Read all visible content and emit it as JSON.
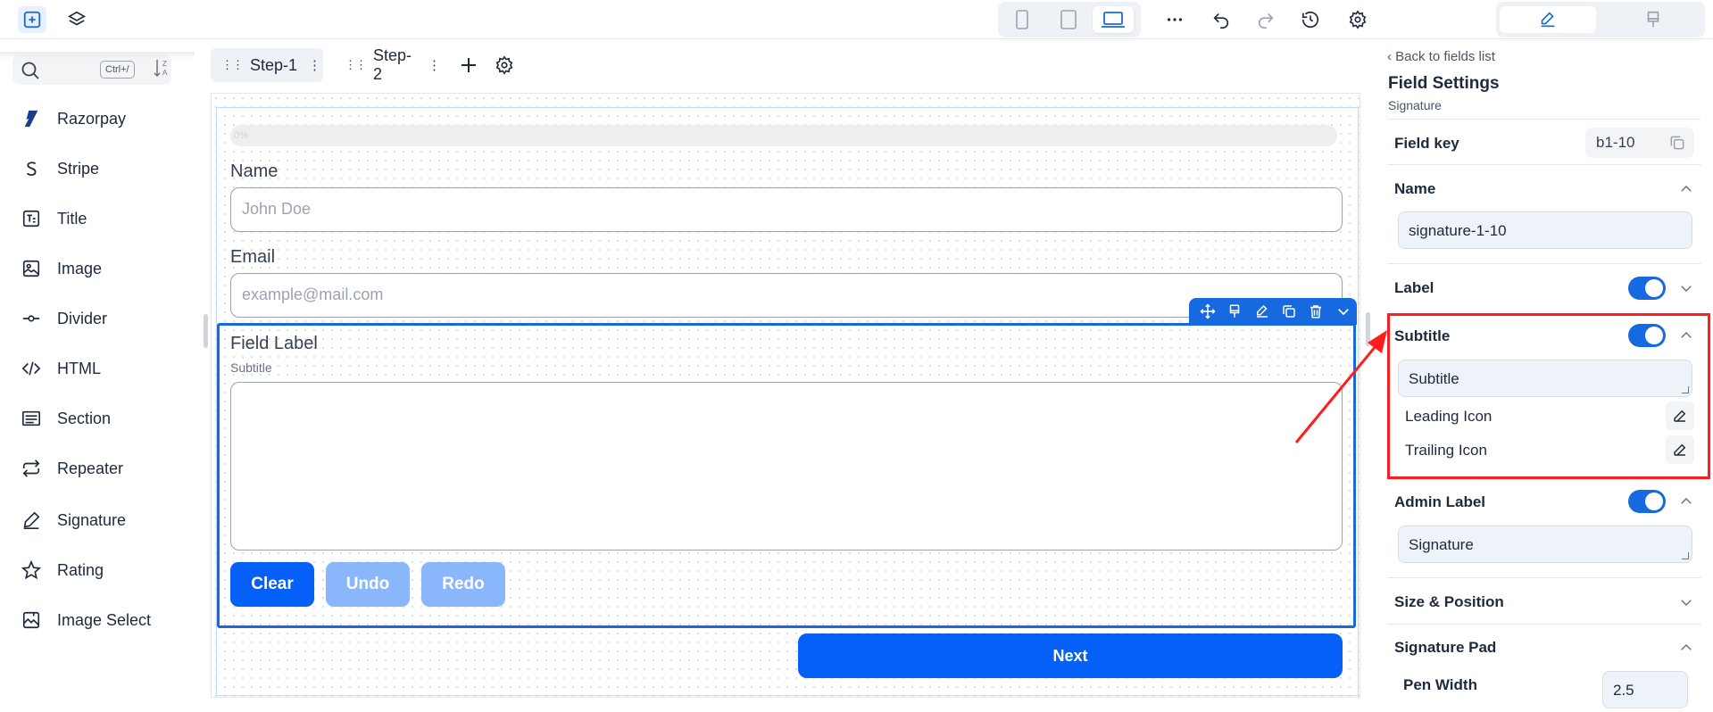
{
  "search": {
    "shortcut": "Ctrl+/"
  },
  "left_fields": [
    {
      "label": "Razorpay",
      "icon": "razorpay-icon"
    },
    {
      "label": "Stripe",
      "icon": "stripe-icon"
    },
    {
      "label": "Title",
      "icon": "title-icon"
    },
    {
      "label": "Image",
      "icon": "image-icon"
    },
    {
      "label": "Divider",
      "icon": "divider-icon"
    },
    {
      "label": "HTML",
      "icon": "code-icon"
    },
    {
      "label": "Section",
      "icon": "section-icon"
    },
    {
      "label": "Repeater",
      "icon": "repeat-icon"
    },
    {
      "label": "Signature",
      "icon": "signature-icon"
    },
    {
      "label": "Rating",
      "icon": "star-icon"
    },
    {
      "label": "Image Select",
      "icon": "image-select-icon"
    }
  ],
  "tabs": [
    {
      "label": "Step-1",
      "active": true
    },
    {
      "label": "Step-2",
      "active": false
    }
  ],
  "form": {
    "name_label": "Name",
    "name_placeholder": "John Doe",
    "email_label": "Email",
    "email_placeholder": "example@mail.com",
    "field_label": "Field Label",
    "subtitle": "Subtitle",
    "clear": "Clear",
    "undo": "Undo",
    "redo": "Redo",
    "next": "Next"
  },
  "settings": {
    "back": "Back to fields list",
    "title": "Field Settings",
    "subtitle": "Signature",
    "field_key_label": "Field key",
    "field_key_value": "b1-10",
    "name_label": "Name",
    "name_value": "signature-1-10",
    "label_label": "Label",
    "subtitle_label": "Subtitle",
    "subtitle_value": "Subtitle",
    "leading_icon": "Leading Icon",
    "trailing_icon": "Trailing Icon",
    "admin_label": "Admin Label",
    "admin_value": "Signature",
    "size_position": "Size & Position",
    "signature_pad": "Signature Pad",
    "pen_width_label": "Pen Width",
    "pen_width_value": "2.5"
  },
  "colors": {
    "accent": "#1769e0",
    "primary_button": "#0560f8",
    "disabled_button": "#8ab7fb",
    "highlight": "#ff1d1d"
  }
}
